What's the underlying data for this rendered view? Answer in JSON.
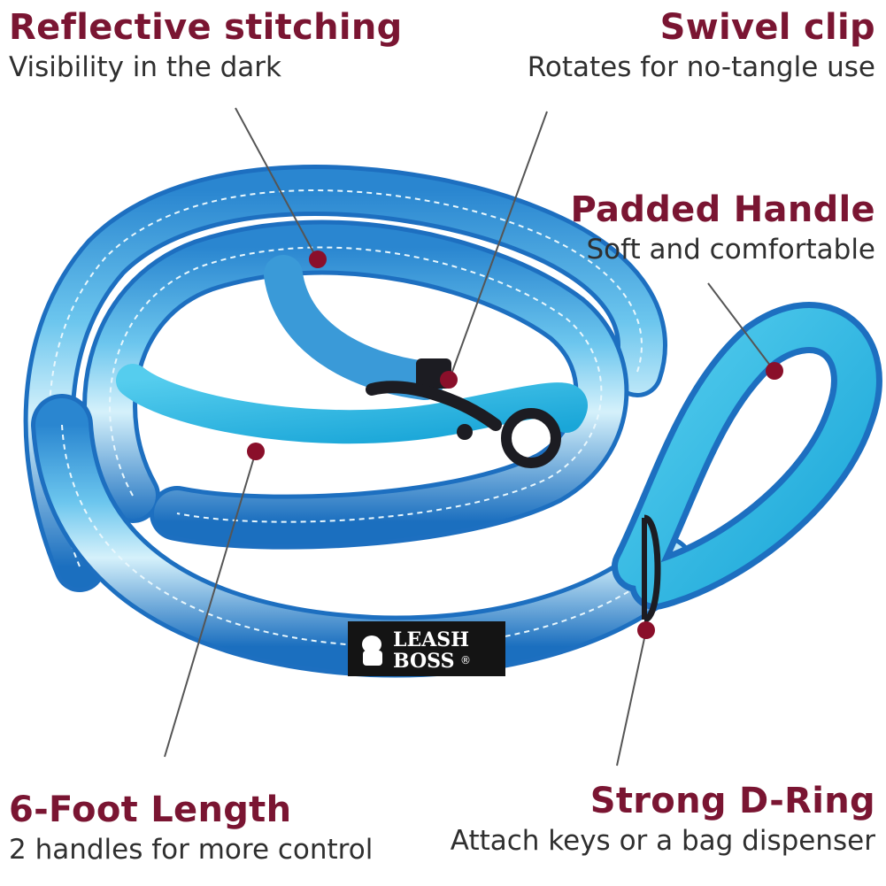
{
  "callouts": {
    "reflective": {
      "title": "Reflective stitching",
      "desc": "Visibility in the dark"
    },
    "swivel": {
      "title": "Swivel clip",
      "desc": "Rotates for no-tangle use"
    },
    "padded": {
      "title": "Padded Handle",
      "desc": "Soft and comfortable"
    },
    "length": {
      "title": "6-Foot Length",
      "desc": "2 handles for more control"
    },
    "dring": {
      "title": "Strong D-Ring",
      "desc": "Attach keys or a bag dispenser"
    }
  },
  "brand_label": {
    "line1": "LEASH",
    "line2": "BOSS",
    "mark": "®"
  },
  "colors": {
    "title": "#7a1532",
    "desc": "#2f2f2f",
    "marker": "#8a0f2a",
    "pointer_line": "#555555",
    "webbing_light": "#bfe8f7",
    "webbing_mid": "#3ea9e0",
    "webbing_dark": "#1560b0",
    "padding": "#2fb7e6",
    "hardware": "#1c1c22",
    "label_bg": "#141414"
  },
  "icons": {
    "callout_marker": "dot-marker-icon",
    "brand_mascot": "bulldog-icon"
  }
}
